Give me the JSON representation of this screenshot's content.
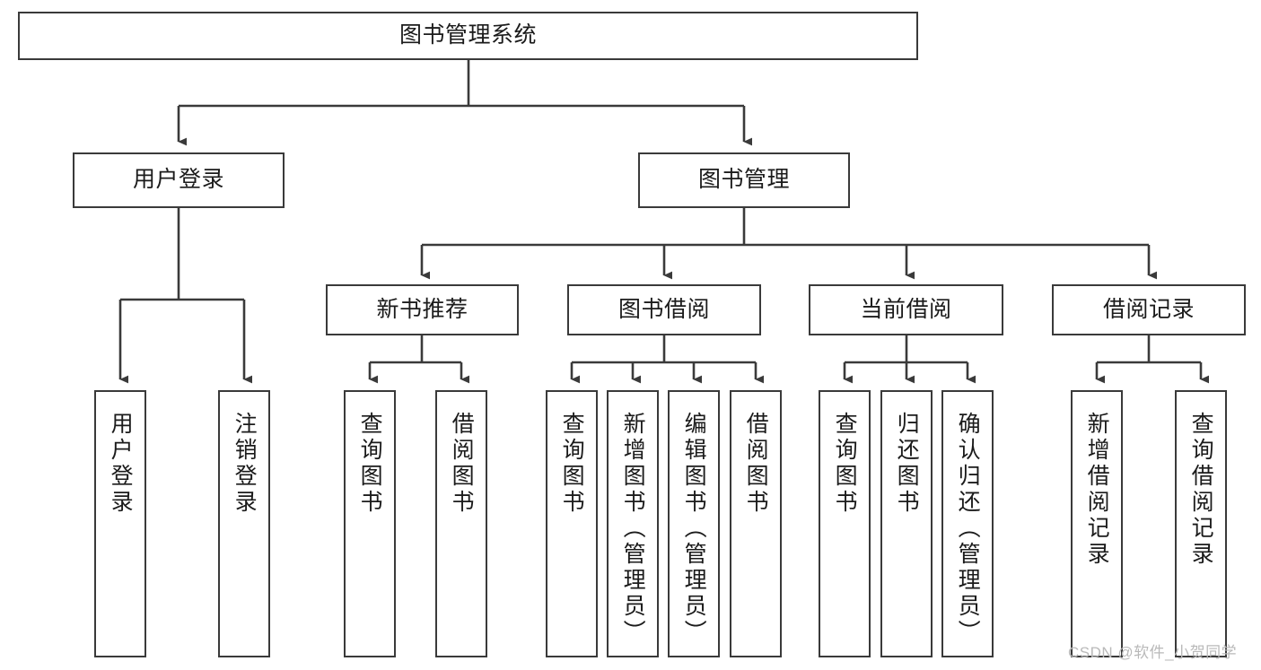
{
  "diagram": {
    "type": "tree-hierarchy-chart",
    "title": "图书管理系统",
    "style": {
      "box_border_color": "#3a3a3a",
      "box_fill_color": "#ffffff",
      "connector_color": "#3a3a3a",
      "text_color": "#1b1b1b",
      "background": "#ffffff",
      "watermark_color": "#b9b9b9"
    },
    "nodes": {
      "root": {
        "label": "图书管理系统"
      },
      "level2": [
        {
          "label": "用户登录"
        },
        {
          "label": "图书管理"
        }
      ],
      "level3": [
        {
          "label": "新书推荐"
        },
        {
          "label": "图书借阅"
        },
        {
          "label": "当前借阅"
        },
        {
          "label": "借阅记录"
        }
      ],
      "leaves": {
        "user_login": [
          {
            "label": "用户登录"
          },
          {
            "label": "注销登录"
          }
        ],
        "new_book_recommend": [
          {
            "label": "查询图书"
          },
          {
            "label": "借阅图书"
          }
        ],
        "book_borrow": [
          {
            "label": "查询图书"
          },
          {
            "label": "新增图书（管理员）"
          },
          {
            "label": "编辑图书（管理员）"
          },
          {
            "label": "借阅图书"
          }
        ],
        "current_borrow": [
          {
            "label": "查询图书"
          },
          {
            "label": "归还图书"
          },
          {
            "label": "确认归还（管理员）"
          }
        ],
        "borrow_record": [
          {
            "label": "新增借阅记录"
          },
          {
            "label": "查询借阅记录"
          }
        ]
      }
    },
    "watermark": "CSDN @软件_小贺同学"
  }
}
